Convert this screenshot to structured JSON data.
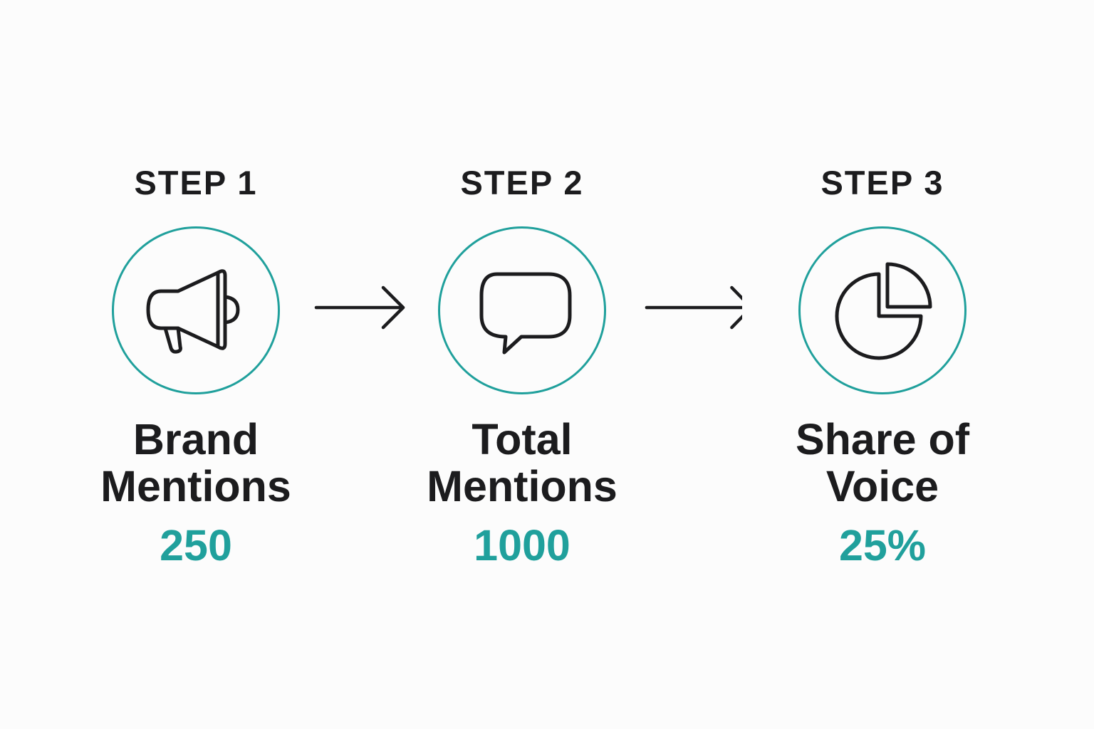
{
  "accent_color": "#20a09c",
  "text_color": "#1c1c1e",
  "steps": [
    {
      "label": "STEP 1",
      "icon": "megaphone-icon",
      "title_line1": "Brand",
      "title_line2": "Mentions",
      "value": "250"
    },
    {
      "label": "STEP 2",
      "icon": "speech-bubble-icon",
      "title_line1": "Total",
      "title_line2": "Mentions",
      "value": "1000"
    },
    {
      "label": "STEP 3",
      "icon": "pie-chart-icon",
      "title_line1": "Share of",
      "title_line2": "Voice",
      "value": "25%"
    }
  ],
  "connectors": [
    {
      "icon": "right-arrow-icon"
    },
    {
      "icon": "right-arrow-icon"
    }
  ]
}
